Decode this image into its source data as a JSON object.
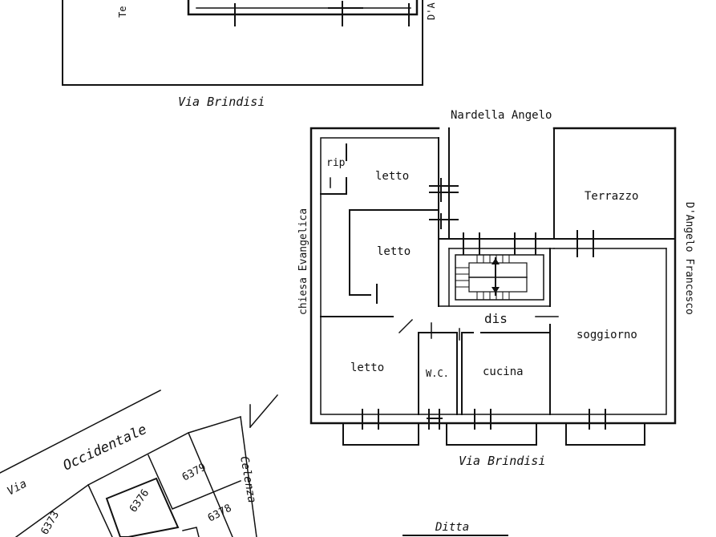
{
  "top_plan": {
    "street_south": "Via Brindisi",
    "left_edge_label": "Te",
    "right_edge_label": "D'A"
  },
  "main_plan": {
    "neighbor_north": "Nardella Angelo",
    "neighbor_west": "chiesa Evangelica",
    "neighbor_east": "D'Angelo Francesco",
    "street_south": "Via Brindisi",
    "rooms": {
      "rip": "rip",
      "letto_top": "letto",
      "letto_mid": "letto",
      "letto_bottom": "letto",
      "terrazzo": "Terrazzo",
      "dis": "dis",
      "soggiorno": "soggiorno",
      "wc": "W.C.",
      "cucina": "cucina"
    }
  },
  "cadastral_map": {
    "street_top": "Via Occidentale",
    "street_side": "Celenza",
    "parcels": [
      "6379",
      "6376",
      "6378",
      "6373"
    ]
  },
  "footer": {
    "label": "Ditta"
  }
}
